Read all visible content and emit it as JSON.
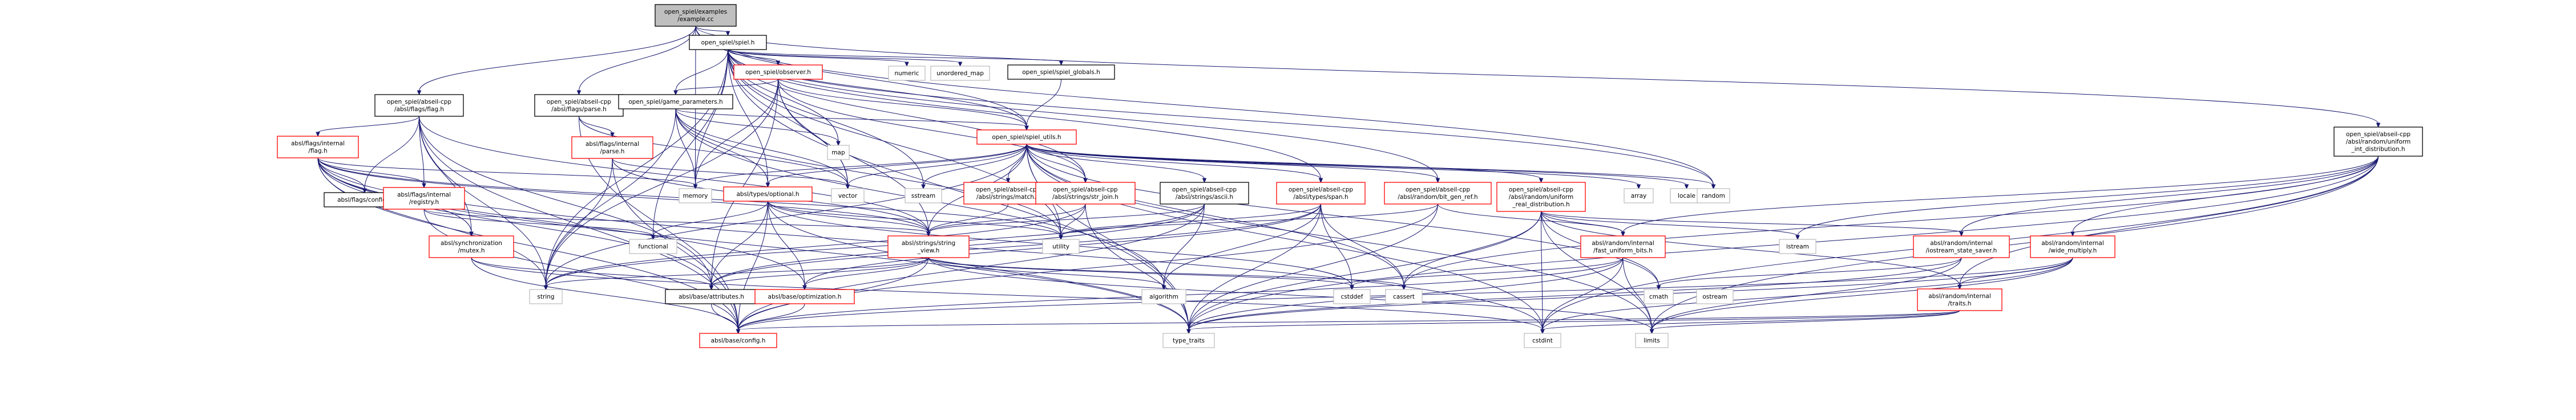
{
  "colors": {
    "edge": "#191970",
    "node_border_default": "#000000",
    "node_border_red": "#ff0000",
    "node_border_gray": "#bfbfbf",
    "node_fill_default": "#ffffff",
    "node_fill_root": "#bfbfbf"
  },
  "nodes": [
    {
      "id": "root",
      "lines": [
        "open_spiel/examples",
        "/example.cc"
      ],
      "style": "root"
    },
    {
      "id": "spiel_h",
      "lines": [
        "open_spiel/spiel.h"
      ],
      "style": "default"
    },
    {
      "id": "flag_h",
      "lines": [
        "open_spiel/abseil-cpp",
        "/absl/flags/flag.h"
      ],
      "style": "default"
    },
    {
      "id": "parse_h",
      "lines": [
        "open_spiel/abseil-cpp",
        "/absl/flags/parse.h"
      ],
      "style": "default"
    },
    {
      "id": "uniform_int",
      "lines": [
        "open_spiel/abseil-cpp",
        "/absl/random/uniform",
        "_int_distribution.h"
      ],
      "style": "default"
    },
    {
      "id": "observer",
      "lines": [
        "open_spiel/observer.h"
      ],
      "style": "red"
    },
    {
      "id": "numeric",
      "lines": [
        "numeric"
      ],
      "style": "gray"
    },
    {
      "id": "unordered_map",
      "lines": [
        "unordered_map"
      ],
      "style": "gray"
    },
    {
      "id": "spiel_globals",
      "lines": [
        "open_spiel/spiel_globals.h"
      ],
      "style": "default"
    },
    {
      "id": "game_params",
      "lines": [
        "open_spiel/game_parameters.h"
      ],
      "style": "default"
    },
    {
      "id": "flags_internal_flag",
      "lines": [
        "absl/flags/internal",
        "/flag.h"
      ],
      "style": "red"
    },
    {
      "id": "flags_internal_parse",
      "lines": [
        "absl/flags/internal",
        "/parse.h"
      ],
      "style": "red"
    },
    {
      "id": "spiel_utils",
      "lines": [
        "open_spiel/spiel_utils.h"
      ],
      "style": "red"
    },
    {
      "id": "map",
      "lines": [
        "map"
      ],
      "style": "gray"
    },
    {
      "id": "flags_config",
      "lines": [
        "absl/flags/config.h"
      ],
      "style": "default"
    },
    {
      "id": "flags_registry",
      "lines": [
        "absl/flags/internal",
        "/registry.h"
      ],
      "style": "red"
    },
    {
      "id": "memory",
      "lines": [
        "memory"
      ],
      "style": "gray"
    },
    {
      "id": "vector",
      "lines": [
        "vector"
      ],
      "style": "gray"
    },
    {
      "id": "optional",
      "lines": [
        "absl/types/optional.h"
      ],
      "style": "red"
    },
    {
      "id": "sstream",
      "lines": [
        "sstream"
      ],
      "style": "gray"
    },
    {
      "id": "match",
      "lines": [
        "open_spiel/abseil-cpp",
        "/absl/strings/match.h"
      ],
      "style": "red"
    },
    {
      "id": "str_join",
      "lines": [
        "open_spiel/abseil-cpp",
        "/absl/strings/str_join.h"
      ],
      "style": "red"
    },
    {
      "id": "ascii",
      "lines": [
        "open_spiel/abseil-cpp",
        "/absl/strings/ascii.h"
      ],
      "style": "default"
    },
    {
      "id": "span",
      "lines": [
        "open_spiel/abseil-cpp",
        "/absl/types/span.h"
      ],
      "style": "red"
    },
    {
      "id": "bit_gen_ref",
      "lines": [
        "open_spiel/abseil-cpp",
        "/absl/random/bit_gen_ref.h"
      ],
      "style": "red"
    },
    {
      "id": "uniform_real",
      "lines": [
        "open_spiel/abseil-cpp",
        "/absl/random/uniform",
        "_real_distribution.h"
      ],
      "style": "red"
    },
    {
      "id": "array",
      "lines": [
        "array"
      ],
      "style": "gray"
    },
    {
      "id": "locale",
      "lines": [
        "locale"
      ],
      "style": "gray"
    },
    {
      "id": "random",
      "lines": [
        "random"
      ],
      "style": "gray"
    },
    {
      "id": "functional",
      "lines": [
        "functional"
      ],
      "style": "gray"
    },
    {
      "id": "sync_mutex",
      "lines": [
        "absl/synchronization",
        "/mutex.h"
      ],
      "style": "red"
    },
    {
      "id": "string_view",
      "lines": [
        "absl/strings/string",
        "_view.h"
      ],
      "style": "red"
    },
    {
      "id": "utility",
      "lines": [
        "utility"
      ],
      "style": "gray"
    },
    {
      "id": "fast_uniform_bits",
      "lines": [
        "absl/random/internal",
        "/fast_uniform_bits.h"
      ],
      "style": "red"
    },
    {
      "id": "istream",
      "lines": [
        "istream"
      ],
      "style": "gray"
    },
    {
      "id": "iostream_state_saver",
      "lines": [
        "absl/random/internal",
        "/iostream_state_saver.h"
      ],
      "style": "red"
    },
    {
      "id": "wide_multiply",
      "lines": [
        "absl/random/internal",
        "/wide_multiply.h"
      ],
      "style": "red"
    },
    {
      "id": "string",
      "lines": [
        "string"
      ],
      "style": "gray"
    },
    {
      "id": "attributes",
      "lines": [
        "absl/base/attributes.h"
      ],
      "style": "default"
    },
    {
      "id": "optimization",
      "lines": [
        "absl/base/optimization.h"
      ],
      "style": "red"
    },
    {
      "id": "algorithm",
      "lines": [
        "algorithm"
      ],
      "style": "gray"
    },
    {
      "id": "cstddef",
      "lines": [
        "cstddef"
      ],
      "style": "gray"
    },
    {
      "id": "cassert",
      "lines": [
        "cassert"
      ],
      "style": "gray"
    },
    {
      "id": "cmath",
      "lines": [
        "cmath"
      ],
      "style": "gray"
    },
    {
      "id": "ostream",
      "lines": [
        "ostream"
      ],
      "style": "gray"
    },
    {
      "id": "random_traits",
      "lines": [
        "absl/random/internal",
        "/traits.h"
      ],
      "style": "red"
    },
    {
      "id": "base_config",
      "lines": [
        "absl/base/config.h"
      ],
      "style": "red"
    },
    {
      "id": "type_traits",
      "lines": [
        "type_traits"
      ],
      "style": "gray"
    },
    {
      "id": "cstdint",
      "lines": [
        "cstdint"
      ],
      "style": "gray"
    },
    {
      "id": "limits",
      "lines": [
        "limits"
      ],
      "style": "gray"
    }
  ],
  "edges": [
    [
      "root",
      "spiel_h"
    ],
    [
      "root",
      "flag_h"
    ],
    [
      "root",
      "parse_h"
    ],
    [
      "root",
      "uniform_int"
    ],
    [
      "root",
      "memory"
    ],
    [
      "root",
      "random"
    ],
    [
      "root",
      "spiel_utils"
    ],
    [
      "spiel_h",
      "observer"
    ],
    [
      "spiel_h",
      "numeric"
    ],
    [
      "spiel_h",
      "unordered_map"
    ],
    [
      "spiel_h",
      "spiel_globals"
    ],
    [
      "spiel_h",
      "game_params"
    ],
    [
      "spiel_h",
      "spiel_utils"
    ],
    [
      "spiel_h",
      "map"
    ],
    [
      "spiel_h",
      "memory"
    ],
    [
      "spiel_h",
      "vector"
    ],
    [
      "spiel_h",
      "optional"
    ],
    [
      "spiel_h",
      "sstream"
    ],
    [
      "spiel_h",
      "str_join"
    ],
    [
      "spiel_h",
      "span"
    ],
    [
      "spiel_h",
      "bit_gen_ref"
    ],
    [
      "spiel_h",
      "random"
    ],
    [
      "spiel_h",
      "functional"
    ],
    [
      "spiel_h",
      "string"
    ],
    [
      "spiel_h",
      "utility"
    ],
    [
      "spiel_h",
      "type_traits"
    ],
    [
      "observer",
      "game_params"
    ],
    [
      "observer",
      "spiel_utils"
    ],
    [
      "observer",
      "memory"
    ],
    [
      "observer",
      "vector"
    ],
    [
      "observer",
      "string"
    ],
    [
      "observer",
      "str_join"
    ],
    [
      "observer",
      "string_view"
    ],
    [
      "observer",
      "attributes"
    ],
    [
      "spiel_globals",
      "spiel_utils"
    ],
    [
      "game_params",
      "spiel_utils"
    ],
    [
      "game_params",
      "map"
    ],
    [
      "game_params",
      "memory"
    ],
    [
      "game_params",
      "vector"
    ],
    [
      "game_params",
      "string"
    ],
    [
      "game_params",
      "optional"
    ],
    [
      "game_params",
      "algorithm"
    ],
    [
      "game_params",
      "utility"
    ],
    [
      "flag_h",
      "flags_internal_flag"
    ],
    [
      "flag_h",
      "flags_config"
    ],
    [
      "flag_h",
      "flags_registry"
    ],
    [
      "flag_h",
      "string_view"
    ],
    [
      "flag_h",
      "sync_mutex"
    ],
    [
      "flag_h",
      "string"
    ],
    [
      "flag_h",
      "base_config"
    ],
    [
      "flag_h",
      "attributes"
    ],
    [
      "parse_h",
      "flags_internal_parse"
    ],
    [
      "parse_h",
      "vector"
    ],
    [
      "parse_h",
      "base_config"
    ],
    [
      "flags_internal_flag",
      "memory"
    ],
    [
      "flags_internal_flag",
      "flags_config"
    ],
    [
      "flags_internal_flag",
      "flags_registry"
    ],
    [
      "flags_internal_flag",
      "string_view"
    ],
    [
      "flags_internal_flag",
      "sync_mutex"
    ],
    [
      "flags_internal_flag",
      "string"
    ],
    [
      "flags_internal_flag",
      "type_traits"
    ],
    [
      "flags_internal_flag",
      "attributes"
    ],
    [
      "flags_internal_flag",
      "optimization"
    ],
    [
      "flags_internal_flag",
      "base_config"
    ],
    [
      "flags_internal_flag",
      "cstdint"
    ],
    [
      "flags_internal_flag",
      "utility"
    ],
    [
      "flags_internal_parse",
      "string_view"
    ],
    [
      "flags_internal_parse",
      "string"
    ],
    [
      "flags_internal_parse",
      "vector"
    ],
    [
      "flags_internal_parse",
      "base_config"
    ],
    [
      "flags_registry",
      "functional"
    ],
    [
      "flags_registry",
      "string_view"
    ],
    [
      "flags_registry",
      "base_config"
    ],
    [
      "sync_mutex",
      "attributes"
    ],
    [
      "sync_mutex",
      "base_config"
    ],
    [
      "sync_mutex",
      "cstdint"
    ],
    [
      "spiel_utils",
      "vector"
    ],
    [
      "spiel_utils",
      "sstream"
    ],
    [
      "spiel_utils",
      "match"
    ],
    [
      "spiel_utils",
      "str_join"
    ],
    [
      "spiel_utils",
      "ascii"
    ],
    [
      "spiel_utils",
      "span"
    ],
    [
      "spiel_utils",
      "bit_gen_ref"
    ],
    [
      "spiel_utils",
      "uniform_real"
    ],
    [
      "spiel_utils",
      "array"
    ],
    [
      "spiel_utils",
      "locale"
    ],
    [
      "spiel_utils",
      "random"
    ],
    [
      "spiel_utils",
      "optional"
    ],
    [
      "spiel_utils",
      "string"
    ],
    [
      "spiel_utils",
      "utility"
    ],
    [
      "spiel_utils",
      "cstdint"
    ],
    [
      "spiel_utils",
      "memory"
    ],
    [
      "spiel_utils",
      "type_traits"
    ],
    [
      "spiel_utils",
      "cassert"
    ],
    [
      "spiel_utils",
      "cmath"
    ],
    [
      "spiel_utils",
      "limits"
    ],
    [
      "spiel_utils",
      "string_view"
    ],
    [
      "optional",
      "string_view"
    ],
    [
      "optional",
      "functional"
    ],
    [
      "optional",
      "utility"
    ],
    [
      "optional",
      "type_traits"
    ],
    [
      "optional",
      "base_config"
    ],
    [
      "optional",
      "attributes"
    ],
    [
      "optional",
      "optimization"
    ],
    [
      "optional",
      "cstddef"
    ],
    [
      "match",
      "string_view"
    ],
    [
      "str_join",
      "string_view"
    ],
    [
      "str_join",
      "string"
    ],
    [
      "str_join",
      "utility"
    ],
    [
      "str_join",
      "type_traits"
    ],
    [
      "ascii",
      "string_view"
    ],
    [
      "ascii",
      "string"
    ],
    [
      "ascii",
      "algorithm"
    ],
    [
      "ascii",
      "attributes"
    ],
    [
      "ascii",
      "base_config"
    ],
    [
      "span",
      "algorithm"
    ],
    [
      "span",
      "cassert"
    ],
    [
      "span",
      "cstddef"
    ],
    [
      "span",
      "type_traits"
    ],
    [
      "span",
      "utility"
    ],
    [
      "span",
      "attributes"
    ],
    [
      "span",
      "optimization"
    ],
    [
      "bit_gen_ref",
      "type_traits"
    ],
    [
      "bit_gen_ref",
      "utility"
    ],
    [
      "bit_gen_ref",
      "fast_uniform_bits"
    ],
    [
      "bit_gen_ref",
      "base_config"
    ],
    [
      "uniform_real",
      "fast_uniform_bits"
    ],
    [
      "uniform_real",
      "iostream_state_saver"
    ],
    [
      "uniform_real",
      "random_traits"
    ],
    [
      "uniform_real",
      "istream"
    ],
    [
      "uniform_real",
      "cmath"
    ],
    [
      "uniform_real",
      "cstdint"
    ],
    [
      "uniform_real",
      "limits"
    ],
    [
      "uniform_real",
      "type_traits"
    ],
    [
      "uniform_real",
      "cassert"
    ],
    [
      "string_view",
      "algorithm"
    ],
    [
      "string_view",
      "cassert"
    ],
    [
      "string_view",
      "cstddef"
    ],
    [
      "string_view",
      "cstring"
    ],
    [
      "string_view",
      "iosfwd"
    ],
    [
      "string_view",
      "iostream"
    ],
    [
      "string_view",
      "string"
    ],
    [
      "string_view",
      "limits"
    ],
    [
      "string_view",
      "attributes"
    ],
    [
      "string_view",
      "optimization"
    ],
    [
      "string_view",
      "base_config"
    ],
    [
      "fast_uniform_bits",
      "cstddef"
    ],
    [
      "fast_uniform_bits",
      "cstdint"
    ],
    [
      "fast_uniform_bits",
      "limits"
    ],
    [
      "fast_uniform_bits",
      "type_traits"
    ],
    [
      "fast_uniform_bits",
      "base_config"
    ],
    [
      "iostream_state_saver",
      "cmath"
    ],
    [
      "iostream_state_saver",
      "iostream"
    ],
    [
      "iostream_state_saver",
      "limits"
    ],
    [
      "iostream_state_saver",
      "type_traits"
    ],
    [
      "wide_multiply",
      "cstdint"
    ],
    [
      "wide_multiply",
      "limits"
    ],
    [
      "wide_multiply",
      "type_traits"
    ],
    [
      "wide_multiply",
      "random_traits"
    ],
    [
      "wide_multiply",
      "base_config"
    ],
    [
      "random_traits",
      "cstdint"
    ],
    [
      "random_traits",
      "limits"
    ],
    [
      "random_traits",
      "type_traits"
    ],
    [
      "random_traits",
      "base_config"
    ],
    [
      "uniform_int",
      "fast_uniform_bits"
    ],
    [
      "uniform_int",
      "iostream_state_saver"
    ],
    [
      "uniform_int",
      "random_traits"
    ],
    [
      "uniform_int",
      "wide_multiply"
    ],
    [
      "uniform_int",
      "istream"
    ],
    [
      "uniform_int",
      "cassert"
    ],
    [
      "uniform_int",
      "limits"
    ],
    [
      "uniform_int",
      "type_traits"
    ],
    [
      "uniform_int",
      "cstdint"
    ],
    [
      "optimization",
      "base_config"
    ],
    [
      "attributes",
      "base_config"
    ]
  ]
}
